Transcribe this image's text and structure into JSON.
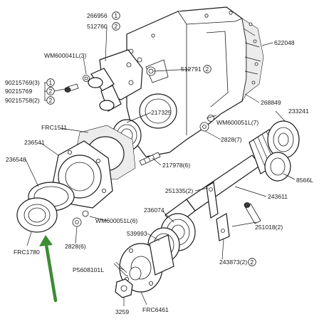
{
  "labels": {
    "p266956": "266956",
    "p512760": "512760",
    "n1": "1",
    "n2": "2",
    "wm600041l": "WM600041L(3)",
    "p90215769_3": "90215769(3)",
    "p90215769": "90215769",
    "p90215758_2": "90215758(2)",
    "p512791": "512791",
    "p622048": "622048",
    "p268849": "268849",
    "p217325": "217325",
    "p233241": "233241",
    "wm600051l_7": "WM600051L(7)",
    "frc1511": "FRC1511",
    "p2828_7": "2828(7)",
    "p236541": "236541",
    "p236548": "236548",
    "p217978": "217978(6)",
    "p8566l": "8566L",
    "p251335": "251335(2)",
    "p243611": "243611",
    "p236074": "236074",
    "p251018": "251018(2)",
    "wm600051l_6": "WM600051L(6)",
    "p539993": "539993",
    "p2828_6": "2828(6)",
    "frc1780": "FRC1780",
    "p243873": "243873(2)",
    "p5608101l": "P5608101L",
    "p3259": "3259",
    "frc6461": "FRC6461"
  },
  "colors": {
    "arrow": "#3c8c33",
    "ink": "#1a1a1a"
  }
}
